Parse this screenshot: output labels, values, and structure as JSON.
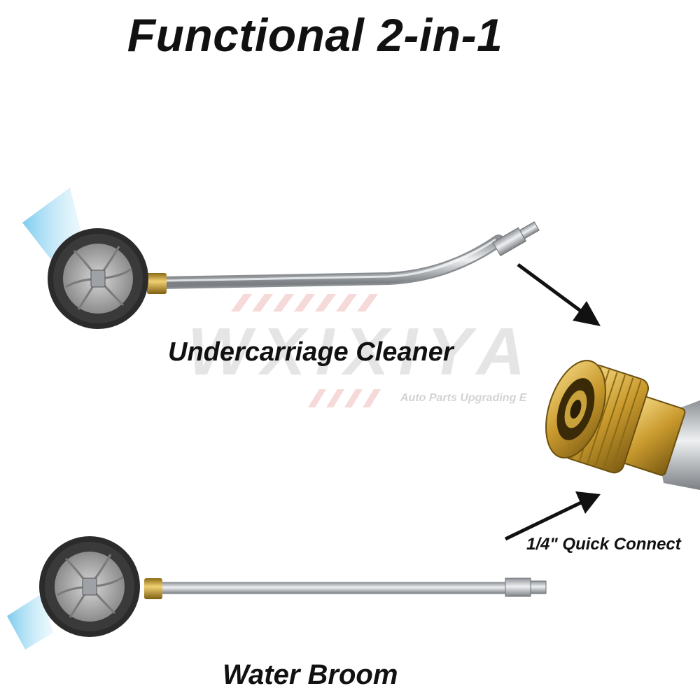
{
  "title": "Functional 2-in-1",
  "products": {
    "undercarriage": {
      "label": "Undercarriage Cleaner"
    },
    "broom": {
      "label": "Water Broom"
    }
  },
  "connector": {
    "label": "1/4\" Quick Connect"
  },
  "watermark": {
    "brand": "WXIXIYA",
    "tagline": "Auto Parts Upgrading E"
  },
  "colors": {
    "brass": "#c9a23c",
    "steel": "#b8bcc0",
    "spray": "#9fd8f0",
    "wheel": "#2b2b2b"
  }
}
